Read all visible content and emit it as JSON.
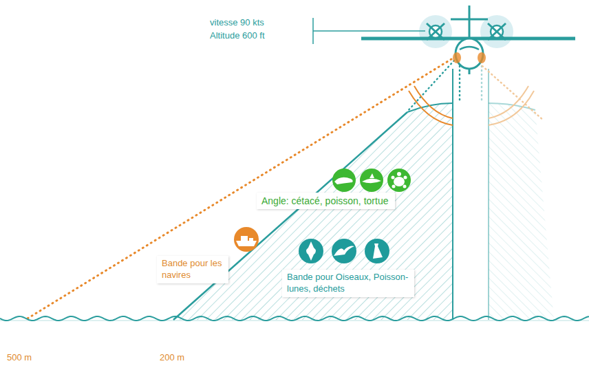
{
  "diagram": {
    "nodes": [
      {
        "text": [
          "Angle: cétacé, poisson, tortue"
        ]
      },
      {
        "text": [
          "Bande pour les navires"
        ]
      },
      {
        "text": [
          "Bande pour Oiseaux, Poisson-lunes, déchets"
        ]
      }
    ],
    "labels": [
      "vitesse 90 kts",
      "Altitude 600 ft",
      "500 m",
      "200 m"
    ]
  }
}
